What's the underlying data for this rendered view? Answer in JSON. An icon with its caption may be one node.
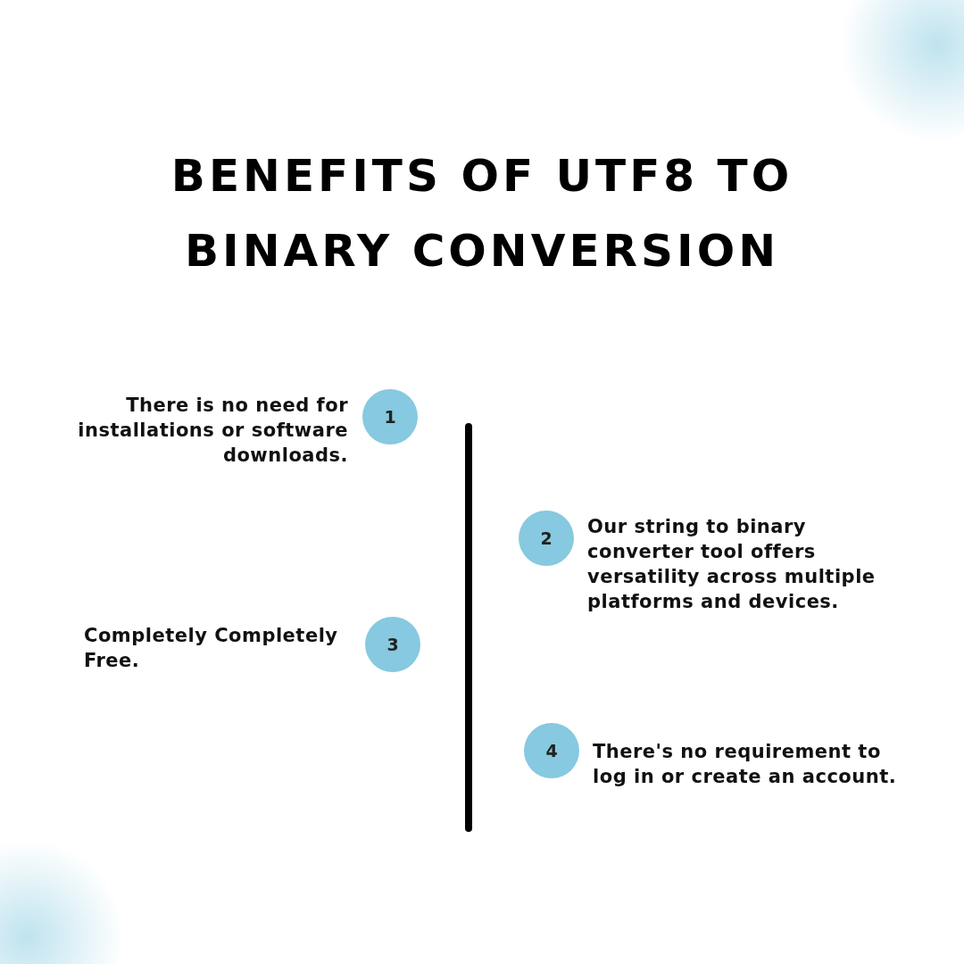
{
  "diagram": {
    "title": "BENEFITS OF UTF8 TO BINARY CONVERSION",
    "nodes": [
      {
        "text": [
          "1"
        ],
        "beside": [
          "There is no need for installations or software downloads."
        ]
      },
      {
        "text": [
          "2"
        ],
        "beside": [
          "Our string to binary converter tool offers versatility across multiple platforms and devices."
        ]
      },
      {
        "text": [
          "3"
        ],
        "beside": [
          "Completely Completely Free."
        ]
      },
      {
        "text": [
          "4"
        ],
        "beside": [
          "There's no requirement to log in or create an account."
        ]
      }
    ]
  }
}
